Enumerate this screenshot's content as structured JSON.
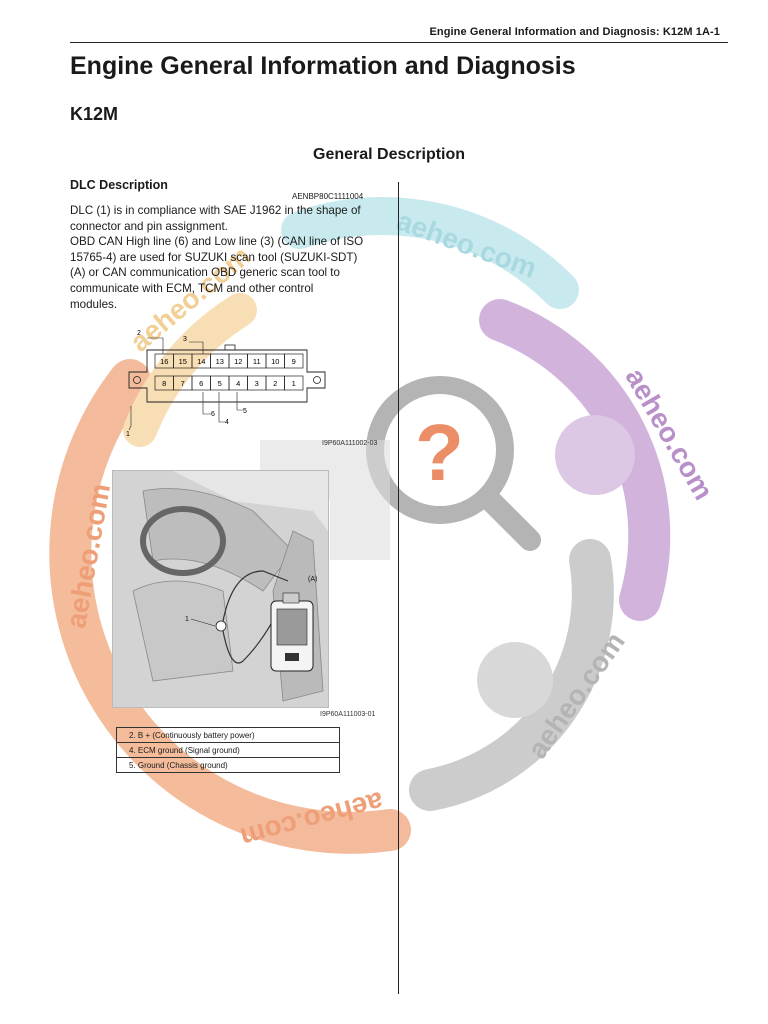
{
  "header": {
    "text": "Engine General Information and Diagnosis: K12M   1A-1"
  },
  "document": {
    "title": "Engine General Information and Diagnosis",
    "model": "K12M",
    "section_title": "General Description",
    "subsection_title": "DLC Description",
    "doc_code": "AENBP80C1111004",
    "paragraph_lines": [
      "DLC (1) is in compliance with SAE J1962 in the shape of",
      "connector and pin assignment.",
      "OBD CAN High line (6) and Low line (3) (CAN line of ISO",
      "15765-4) are used for SUZUKI scan tool (SUZUKI-SDT)",
      "(A) or CAN communication OBD generic scan tool to",
      "communicate with ECM, TCM and other control",
      "modules."
    ]
  },
  "figure1": {
    "code": "I9P60A111002-03",
    "top_pins": [
      "16",
      "15",
      "14",
      "13",
      "12",
      "11",
      "10",
      "9"
    ],
    "bottom_pins": [
      "8",
      "7",
      "6",
      "5",
      "4",
      "3",
      "2",
      "1"
    ],
    "callouts": [
      "1",
      "2",
      "3",
      "4",
      "5",
      "6"
    ]
  },
  "figure2": {
    "code": "I9P60A111003-01",
    "callout_1": "1",
    "callout_a": "(A)"
  },
  "pin_notes": [
    "2.   B + (Continuously battery power)",
    "4.   ECM ground (Signal ground)",
    "5.   Ground (Chassis ground)"
  ],
  "watermark": {
    "text": "aeheo.com",
    "colors": {
      "teal": "#bfe6ea",
      "purple": "#c9a6d6",
      "gray": "#c4c4c4",
      "orange": "#f2b08a",
      "question_mark": "#e87a4c"
    }
  }
}
